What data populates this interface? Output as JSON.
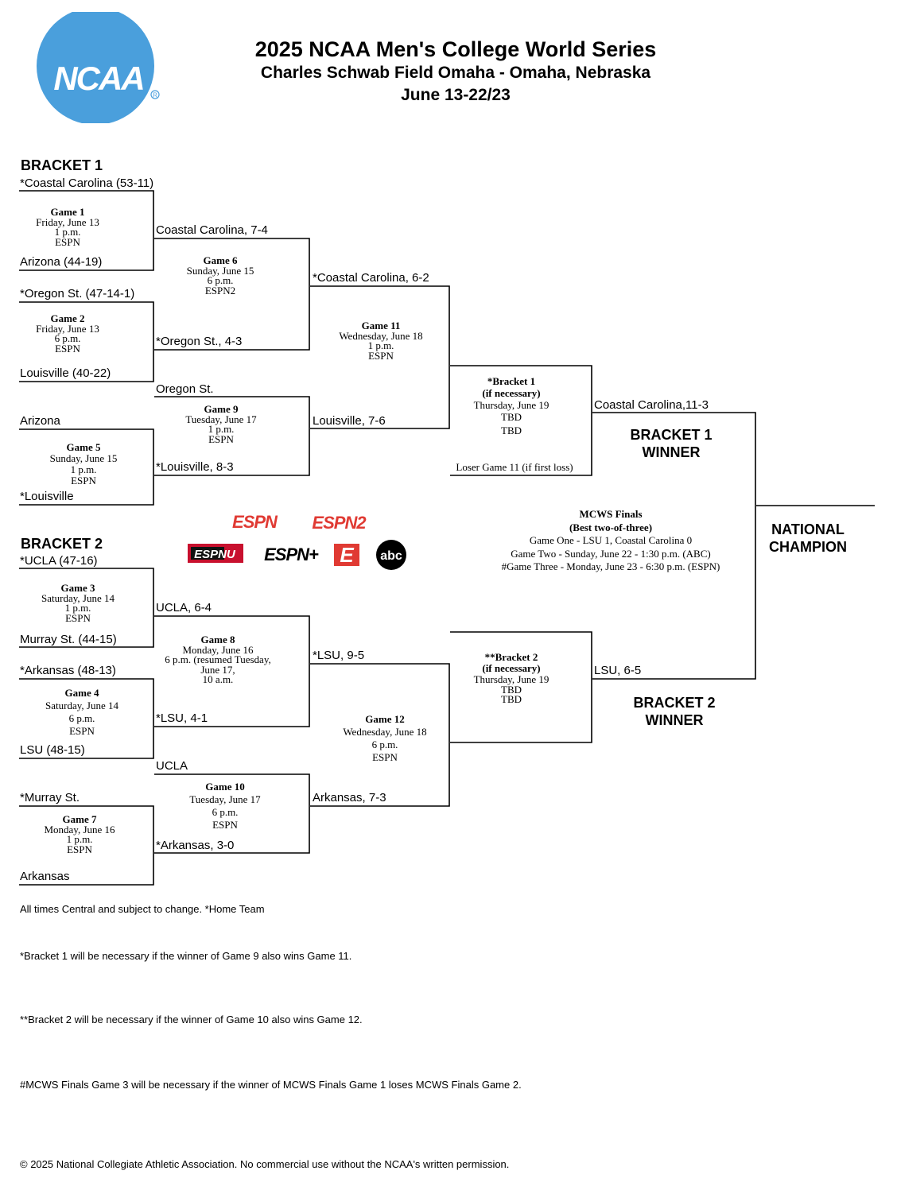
{
  "header": {
    "logo_text": "NCAA",
    "title": "2025 NCAA Men's College World Series",
    "venue": "Charles Schwab Field Omaha - Omaha, Nebraska",
    "dates": "June 13-22/23"
  },
  "bracket1": {
    "label": "BRACKET 1",
    "teams": {
      "t1": "*Coastal Carolina (53-11)",
      "t2": "Arizona (44-19)",
      "t3": "*Oregon St. (47-14-1)",
      "t4": "Louisville (40-22)",
      "t5": "Arizona",
      "t6": "*Louisville",
      "w1": "Coastal Carolina, 7-4",
      "w2": "*Oregon St., 4-3",
      "l2": "Oregon St.",
      "w5": "*Louisville, 8-3",
      "w6": "*Coastal Carolina, 6-2",
      "w9": "Louisville, 7-6",
      "w11": "Coastal Carolina,11-3",
      "loser11": "Loser Game 11 (if first loss)"
    },
    "games": {
      "g1": {
        "title": "Game 1",
        "date": "Friday, June 13",
        "time": "1 p.m.",
        "tv": "ESPN"
      },
      "g2": {
        "title": "Game 2",
        "date": "Friday, June 13",
        "time": "6 p.m.",
        "tv": "ESPN"
      },
      "g5": {
        "title": "Game 5",
        "date": "Sunday, June 15",
        "time": "1 p.m.",
        "tv": "ESPN"
      },
      "g6": {
        "title": "Game 6",
        "date": "Sunday, June 15",
        "time": "6 p.m.",
        "tv": "ESPN2"
      },
      "g9": {
        "title": "Game 9",
        "date": "Tuesday, June 17",
        "time": "1 p.m.",
        "tv": "ESPN"
      },
      "g11": {
        "title": "Game 11",
        "date": "Wednesday, June 18",
        "time": "1 p.m.",
        "tv": "ESPN"
      },
      "b1": {
        "title": "*Bracket 1",
        "sub": "(if necessary)",
        "date": "Thursday, June 19",
        "time": "TBD",
        "tv": "TBD"
      }
    },
    "winner_label_1": "BRACKET 1",
    "winner_label_2": "WINNER"
  },
  "bracket2": {
    "label": "BRACKET 2",
    "teams": {
      "t1": "*UCLA (47-16)",
      "t2": "Murray St. (44-15)",
      "t3": "*Arkansas (48-13)",
      "t4": "LSU (48-15)",
      "t5": "*Murray St.",
      "t6": "Arkansas",
      "w3": "UCLA, 6-4",
      "w4": "*LSU, 4-1",
      "l4": "UCLA",
      "w7": "*Arkansas, 3-0",
      "w8": "*LSU, 9-5",
      "w10": "Arkansas, 7-3",
      "w12": "LSU, 6-5"
    },
    "games": {
      "g3": {
        "title": "Game 3",
        "date": "Saturday, June 14",
        "time": "1 p.m.",
        "tv": "ESPN"
      },
      "g4": {
        "title": "Game 4",
        "date": "Saturday, June 14",
        "time": "6 p.m.",
        "tv": "ESPN"
      },
      "g7": {
        "title": "Game 7",
        "date": "Monday, June 16",
        "time": "1 p.m.",
        "tv": "ESPN"
      },
      "g8": {
        "title": "Game 8",
        "date": "Monday, June 16",
        "time_a": "6 p.m. (resumed Tuesday,",
        "time_b": "June 17,",
        "time_c": "10 a.m."
      },
      "g10": {
        "title": "Game 10",
        "date": "Tuesday, June 17",
        "time": "6 p.m.",
        "tv": "ESPN"
      },
      "g12": {
        "title": "Game 12",
        "date": "Wednesday, June 18",
        "time": "6 p.m.",
        "tv": "ESPN"
      },
      "b2": {
        "title": "**Bracket 2",
        "sub": "(if necessary)",
        "date": "Thursday, June 19",
        "time": "TBD",
        "tv": "TBD"
      }
    },
    "winner_label_1": "BRACKET 2",
    "winner_label_2": "WINNER"
  },
  "finals": {
    "title": "MCWS Finals",
    "sub": "(Best two-of-three)",
    "g1": "Game One - LSU 1, Coastal Carolina 0",
    "g2": "Game Two - Sunday, June 22 - 1:30 p.m. (ABC)",
    "g3": "#Game Three - Monday, June 23 - 6:30 p.m. (ESPN)"
  },
  "champion": {
    "line1": "NATIONAL",
    "line2": "CHAMPION"
  },
  "networks": {
    "espn": "ESPN",
    "espn2": "ESPN2",
    "espnu": "ESPNU",
    "espnplus": "ESPN+",
    "espn_e": "E",
    "abc": "abc"
  },
  "colors": {
    "ncaa_blue": "#4a9fdc",
    "espn_red": "#e03a33",
    "black": "#000000"
  },
  "notes": {
    "n1": "All times Central and subject to change. *Home Team",
    "n2": "*Bracket 1 will be necessary if the winner of Game 9 also wins Game 11.",
    "n3": "**Bracket 2 will be necessary if the winner of Game 10 also wins Game 12.",
    "n4": "#MCWS Finals Game 3 will be necessary if the winner of MCWS Finals Game 1 loses MCWS Finals Game 2.",
    "copyright": "© 2025 National Collegiate Athletic Association. No commercial use without the NCAA's written permission."
  }
}
